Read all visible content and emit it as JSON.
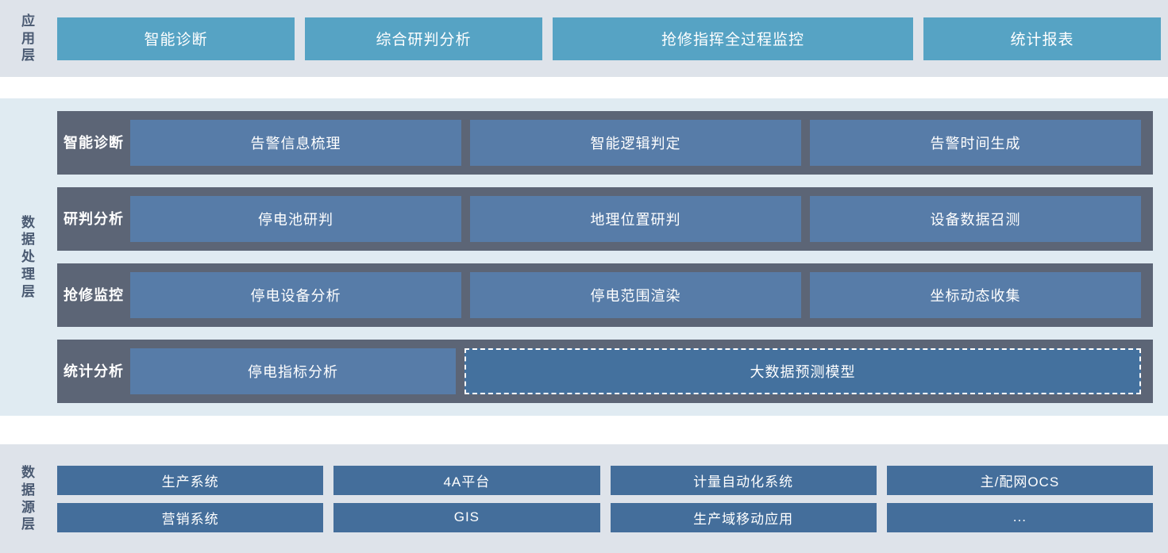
{
  "colors": {
    "app_panel_bg": "#dee3ea",
    "proc_panel_bg": "#e0ebf2",
    "src_panel_bg": "#dee3ea",
    "app_box": "#56a3c4",
    "band": "#5c6576",
    "proc_box": "#577ca8",
    "proc_box_dashed": "#44719e",
    "src_box": "#446e9b",
    "label_text": "#4a5a72",
    "box_text": "#ffffff"
  },
  "application_layer": {
    "label": "应用层",
    "boxes": [
      {
        "label": "智能诊断"
      },
      {
        "label": "综合研判分析"
      },
      {
        "label": "抢修指挥全过程监控"
      },
      {
        "label": "统计报表"
      }
    ]
  },
  "data_processing_layer": {
    "label": "数据处理层",
    "bands": [
      {
        "title": "智能诊断",
        "boxes": [
          {
            "label": "告警信息梳理",
            "style": "solid"
          },
          {
            "label": "智能逻辑判定",
            "style": "solid"
          },
          {
            "label": "告警时间生成",
            "style": "solid"
          }
        ]
      },
      {
        "title": "研判分析",
        "boxes": [
          {
            "label": "停电池研判",
            "style": "solid"
          },
          {
            "label": "地理位置研判",
            "style": "solid"
          },
          {
            "label": "设备数据召测",
            "style": "solid"
          }
        ]
      },
      {
        "title": "抢修监控",
        "boxes": [
          {
            "label": "停电设备分析",
            "style": "solid"
          },
          {
            "label": "停电范围渲染",
            "style": "solid"
          },
          {
            "label": "坐标动态收集",
            "style": "solid"
          }
        ]
      },
      {
        "title": "统计分析",
        "boxes": [
          {
            "label": "停电指标分析",
            "style": "solid"
          },
          {
            "label": "大数据预测模型",
            "style": "dashed"
          }
        ]
      }
    ]
  },
  "data_source_layer": {
    "label": "数据源层",
    "rows": [
      [
        {
          "label": "生产系统"
        },
        {
          "label": "4A平台"
        },
        {
          "label": "计量自动化系统"
        },
        {
          "label": "主/配网OCS"
        }
      ],
      [
        {
          "label": "营销系统"
        },
        {
          "label": "GIS"
        },
        {
          "label": "生产域移动应用"
        },
        {
          "label": "..."
        }
      ]
    ]
  }
}
